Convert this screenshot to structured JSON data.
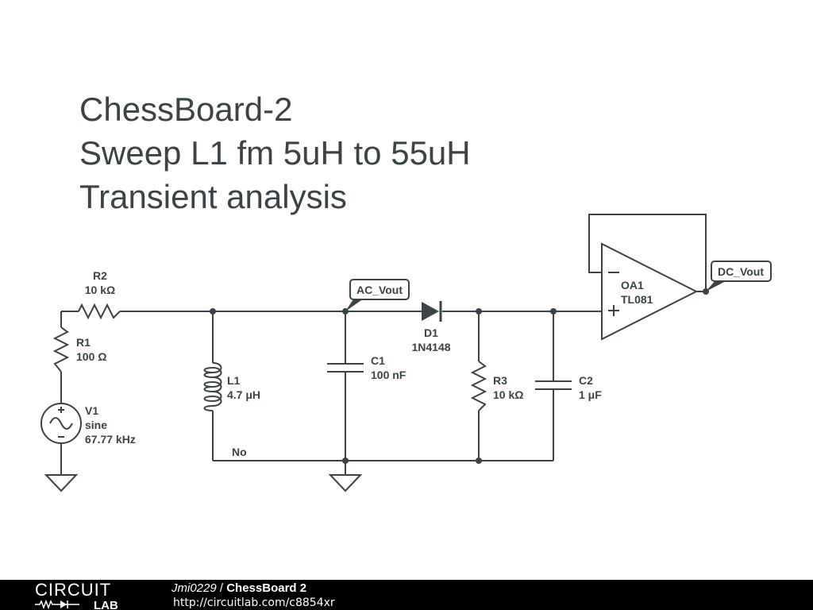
{
  "title_lines": [
    "ChessBoard-2",
    "Sweep L1 fm 5uH to 55uH",
    "Transient analysis"
  ],
  "components": {
    "r2": {
      "ref": "R2",
      "value": "10 kΩ"
    },
    "r1": {
      "ref": "R1",
      "value": "100 Ω"
    },
    "v1": {
      "ref": "V1",
      "type": "sine",
      "value": "67.77 kHz"
    },
    "l1": {
      "ref": "L1",
      "value": "4.7 μH"
    },
    "c1": {
      "ref": "C1",
      "value": "100 nF"
    },
    "d1": {
      "ref": "D1",
      "value": "1N4148"
    },
    "r3": {
      "ref": "R3",
      "value": "10 kΩ"
    },
    "c2": {
      "ref": "C2",
      "value": "1 μF"
    },
    "oa1": {
      "ref": "OA1",
      "value": "TL081"
    }
  },
  "net_labels": {
    "ac_vout": "AC_Vout",
    "dc_vout": "DC_Vout",
    "no": "No"
  },
  "footer": {
    "logo_top": "CIRCUIT",
    "logo_bottom": "LAB",
    "user": "Jmi0229",
    "separator": " / ",
    "circuit_title": "ChessBoard 2",
    "url": "http://circuitlab.com/c8854xr"
  },
  "colors": {
    "wire": "#3b4346",
    "footer_bg": "#000000",
    "footer_text": "#ffffff"
  }
}
